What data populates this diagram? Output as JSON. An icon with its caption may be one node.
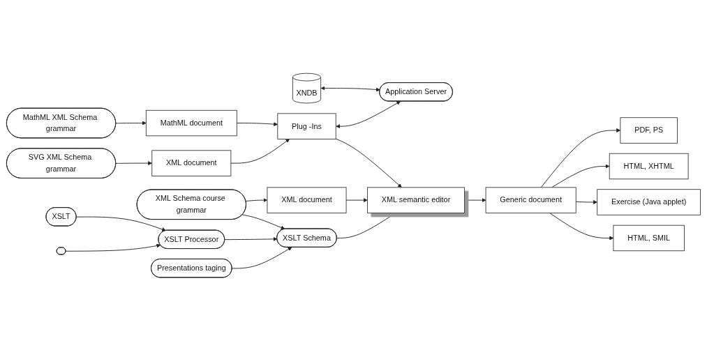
{
  "diagram": {
    "nodes": [
      {
        "text": [
          "MathML XML Schema grammar"
        ]
      },
      {
        "text": [
          "MathML document"
        ]
      },
      {
        "text": [
          "SVG XML Schema grammar"
        ]
      },
      {
        "text": [
          "XML document"
        ]
      },
      {
        "text": [
          "Plug -Ins"
        ]
      },
      {
        "text": [
          "XNDB"
        ]
      },
      {
        "text": [
          "Application Server"
        ]
      },
      {
        "text": [
          "XML document"
        ]
      },
      {
        "text": [
          "XML semantic editor"
        ]
      },
      {
        "text": [
          "Generic document"
        ]
      },
      {
        "text": [
          "PDF, PS"
        ]
      },
      {
        "text": [
          "HTML, XHTML"
        ]
      },
      {
        "text": [
          "Exercise (Java applet)"
        ]
      },
      {
        "text": [
          "HTML, SMIL"
        ]
      },
      {
        "text": [
          "XML Schema course grammar"
        ]
      },
      {
        "text": [
          "XSLT Schema"
        ]
      },
      {
        "text": [
          "XSLT Processor"
        ]
      },
      {
        "text": [
          "XSLT"
        ]
      },
      {
        "text": [
          "Presentations taging"
        ]
      },
      {
        "text": [],
        "shape": "box"
      }
    ],
    "edges": [
      {
        "from": 0,
        "to": 1,
        "arrow": "to"
      },
      {
        "from": 1,
        "to": 4,
        "arrow": "to"
      },
      {
        "from": 2,
        "to": 3,
        "arrow": "to"
      },
      {
        "from": 3,
        "to": 4,
        "arrow": "to"
      },
      {
        "from": 5,
        "to": 6,
        "arrow": "both"
      },
      {
        "from": 4,
        "to": 6,
        "arrow": "both"
      },
      {
        "from": 4,
        "to": 8,
        "arrow": "to"
      },
      {
        "from": 7,
        "to": 8,
        "arrow": "to"
      },
      {
        "from": 8,
        "to": 9,
        "arrow": "to"
      },
      {
        "from": 9,
        "to": 10,
        "arrow": "to"
      },
      {
        "from": 9,
        "to": 11,
        "arrow": "to"
      },
      {
        "from": 9,
        "to": 12,
        "arrow": "to"
      },
      {
        "from": 9,
        "to": 13,
        "arrow": "to"
      },
      {
        "from": 14,
        "to": 7,
        "arrow": "to"
      },
      {
        "from": 14,
        "to": 15,
        "arrow": "to"
      },
      {
        "from": 15,
        "to": 8,
        "arrow": "to"
      },
      {
        "from": 16,
        "to": 15,
        "arrow": "to"
      },
      {
        "from": 17,
        "to": 16,
        "arrow": "to"
      },
      {
        "from": 18,
        "to": 15,
        "arrow": "to"
      },
      {
        "from": 19,
        "to": 16,
        "arrow": "to"
      }
    ]
  }
}
